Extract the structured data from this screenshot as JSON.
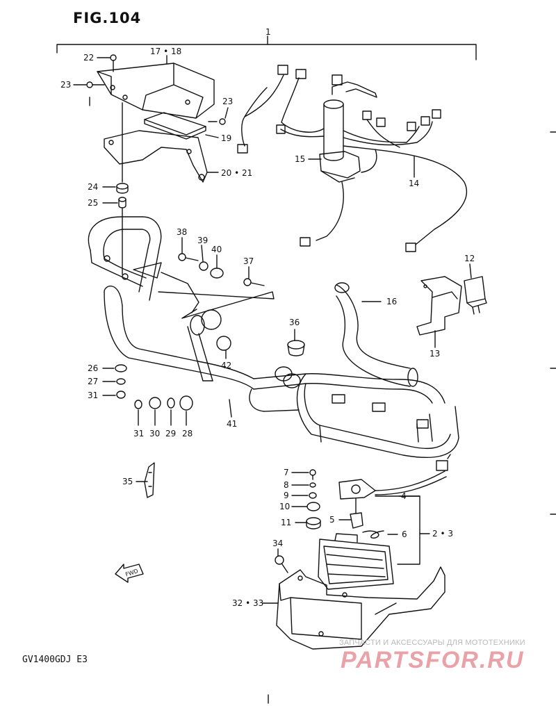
{
  "figure": {
    "title": "FIG.104",
    "model": "GV1400GDJ  E3",
    "fwd_label": "FWD"
  },
  "callouts": {
    "c1": "1",
    "c17_18": "17 • 18",
    "c22": "22",
    "c23a": "23",
    "c23b": "23",
    "c19": "19",
    "c20_21": "20 • 21",
    "c24": "24",
    "c25": "25",
    "c15": "15",
    "c14": "14",
    "c38": "38",
    "c39": "39",
    "c40": "40",
    "c37": "37",
    "c12": "12",
    "c16": "16",
    "c13": "13",
    "c36": "36",
    "c42": "42",
    "c26": "26",
    "c27": "27",
    "c31a": "31",
    "c31": "31",
    "c30": "30",
    "c29": "29",
    "c28": "28",
    "c41": "41",
    "c35": "35",
    "c7": "7",
    "c8": "8",
    "c9": "9",
    "c10": "10",
    "c11": "11",
    "c4": "4",
    "c5": "5",
    "c6": "6",
    "c2_3": "2 • 3",
    "c34": "34",
    "c32_33": "32 • 33"
  },
  "watermark": {
    "tagline": "ЗАПЧАСТИ И АКСЕССУАРЫ ДЛЯ МОТОТЕХНИКИ",
    "brand": "PARTSFOR.RU",
    "color": "#e9a3a8"
  },
  "colors": {
    "ink": "#111111",
    "background": "#ffffff"
  }
}
